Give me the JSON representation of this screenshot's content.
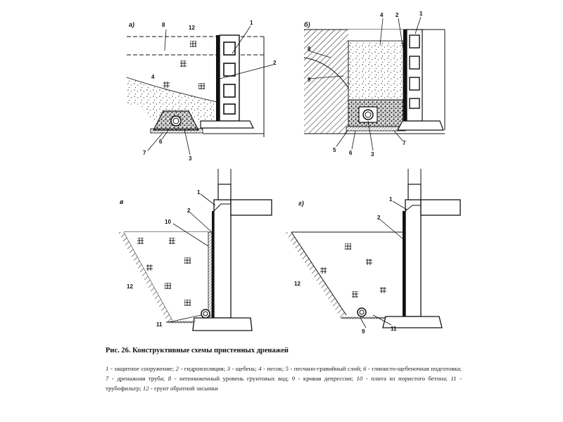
{
  "figure": {
    "caption": "Рис. 26. Конструктивные схемы пристенных дренажей",
    "legend": [
      {
        "num": "1",
        "text": " - защитное сооружение; "
      },
      {
        "num": "2",
        "text": " - гидроизоляция; "
      },
      {
        "num": "3",
        "text": " - щебень; "
      },
      {
        "num": "4",
        "text": " - песок; "
      },
      {
        "num": "5",
        "text": " - песчано-гравийный слой; "
      },
      {
        "num": "6",
        "text": " - глинисто-щебеночная подготовка; "
      },
      {
        "num": "7",
        "text": " - дренажная труба; "
      },
      {
        "num": "8",
        "text": " - непониженный уровень грунтовых вод; "
      },
      {
        "num": "9",
        "text": " - кривая депрессии; "
      },
      {
        "num": "10",
        "text": " - плита из пористого бетона; "
      },
      {
        "num": "11",
        "text": " - трубофильтр; "
      },
      {
        "num": "12",
        "text": " - грунт обратной засыпки"
      }
    ]
  },
  "panels": {
    "a": {
      "letter": "а)",
      "labels": {
        "l8": "8",
        "l12": "12",
        "l1": "1",
        "l2": "2",
        "l4": "4",
        "l7": "7",
        "l6": "6",
        "l3": "3"
      }
    },
    "b": {
      "letter": "б)",
      "labels": {
        "l4": "4",
        "l2": "2",
        "l1": "1",
        "l8": "8",
        "l9": "9",
        "l5": "5",
        "l6": "6",
        "l3": "3",
        "l7": "7"
      }
    },
    "c": {
      "letter": "в",
      "labels": {
        "l1": "1",
        "l10": "10",
        "l2": "2",
        "l12": "12",
        "l11": "11"
      }
    },
    "d": {
      "letter": "г)",
      "labels": {
        "l1": "1",
        "l2": "2",
        "l12": "12",
        "l9": "9",
        "l11": "11"
      }
    }
  }
}
